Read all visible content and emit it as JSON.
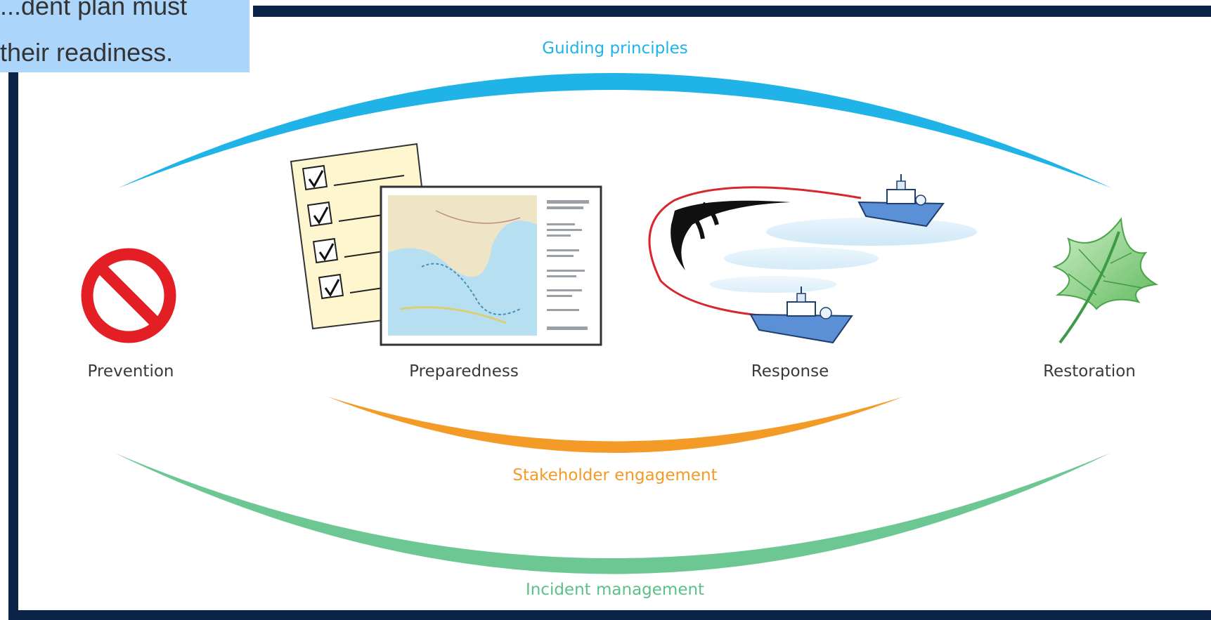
{
  "callout": {
    "line1": "...dent plan must",
    "line2": "their readiness."
  },
  "diagram": {
    "arcs": {
      "top": {
        "label": "Guiding principles",
        "color": "#1fb3e8"
      },
      "middle": {
        "label": "Stakeholder engagement",
        "color": "#f39a27"
      },
      "bottom": {
        "label": "Incident management",
        "color": "#5cc08a"
      }
    },
    "stages": [
      {
        "label": "Prevention",
        "icon": "prohibition-icon"
      },
      {
        "label": "Preparedness",
        "icon": "checklist-and-map-icon"
      },
      {
        "label": "Response",
        "icon": "boats-containment-boom-icon"
      },
      {
        "label": "Restoration",
        "icon": "leaf-icon"
      }
    ]
  },
  "colors": {
    "frame": "#0b2346",
    "callout_bg": "#acd5fb",
    "prohibition_red": "#e31e24",
    "boom_red": "#d8262e",
    "boat_blue": "#5b8fd6"
  }
}
